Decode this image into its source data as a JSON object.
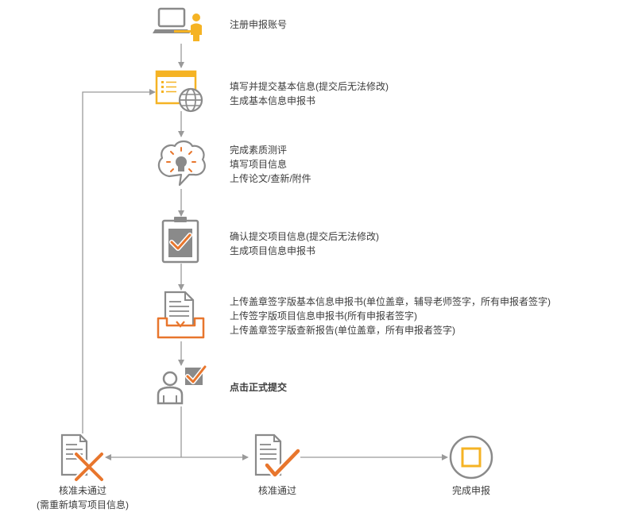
{
  "steps": [
    {
      "lines": [
        "注册申报账号"
      ]
    },
    {
      "lines": [
        "填写并提交基本信息(提交后无法修改)",
        "生成基本信息申报书"
      ]
    },
    {
      "lines": [
        "完成素质测评",
        "填写项目信息",
        "上传论文/查新/附件"
      ]
    },
    {
      "lines": [
        "确认提交项目信息(提交后无法修改)",
        "生成项目信息申报书"
      ]
    },
    {
      "lines": [
        "上传盖章签字版基本信息申报书(单位盖章，辅导老师签字，所有申报者签字)",
        "上传签字版项目信息申报书(所有申报者签字)",
        "上传盖章签字版查新报告(单位盖章，所有申报者签字)"
      ]
    },
    {
      "lines": [
        "点击正式提交"
      ]
    }
  ],
  "outcomes": {
    "rejected": {
      "label": "核准未通过",
      "sublabel": "(需重新填写项目信息)"
    },
    "approved": {
      "label": "核准通过"
    },
    "done": {
      "label": "完成申报"
    }
  },
  "colors": {
    "accent": "#e8762d",
    "gray": "#8a8a8a",
    "line": "#9a9a9a",
    "yellow": "#f5b324"
  }
}
